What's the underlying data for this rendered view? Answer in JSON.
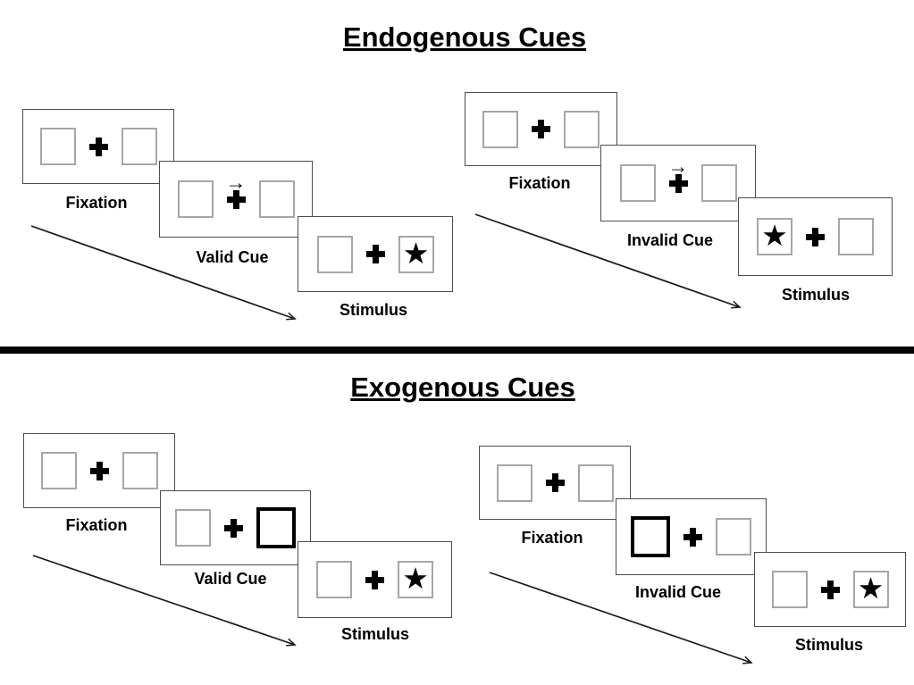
{
  "sections": [
    {
      "title": "Endogenous Cues",
      "sequences": [
        {
          "name": "endogenous-valid",
          "panels": [
            {
              "label": "Fixation"
            },
            {
              "label": "Valid Cue"
            },
            {
              "label": "Stimulus"
            }
          ]
        },
        {
          "name": "endogenous-invalid",
          "panels": [
            {
              "label": "Fixation"
            },
            {
              "label": "Invalid Cue"
            },
            {
              "label": "Stimulus"
            }
          ]
        }
      ]
    },
    {
      "title": "Exogenous Cues",
      "sequences": [
        {
          "name": "exogenous-valid",
          "panels": [
            {
              "label": "Fixation"
            },
            {
              "label": "Valid Cue"
            },
            {
              "label": "Stimulus"
            }
          ]
        },
        {
          "name": "exogenous-invalid",
          "panels": [
            {
              "label": "Fixation"
            },
            {
              "label": "Invalid Cue"
            },
            {
              "label": "Stimulus"
            }
          ]
        }
      ]
    }
  ],
  "glyphs": {
    "star": "★",
    "cue_arrow": "→"
  },
  "colors": {
    "ink": "#000000",
    "panel_border": "#4d4d4d",
    "placeholder_square_border": "#a6a6a6",
    "cue_square_border": "#000000",
    "divider": "#000000"
  }
}
